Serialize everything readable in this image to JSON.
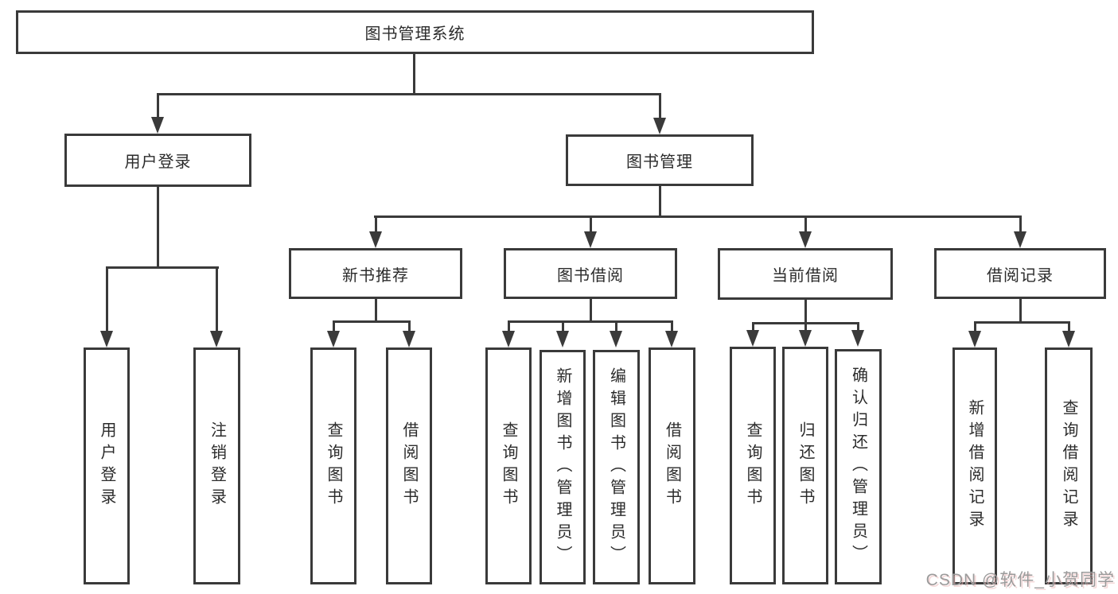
{
  "diagram_type": "hierarchy-tree",
  "colors": {
    "line": "#3a3a3a",
    "text": "#2b2b2b",
    "background": "#ffffff",
    "watermark": "#9b9b9b"
  },
  "watermark": {
    "text": "CSDN @软件_小贺同学"
  },
  "tree": {
    "label": "图书管理系统",
    "children": [
      {
        "label": "用户登录",
        "children": [
          {
            "label": "用户登录"
          },
          {
            "label": "注销登录"
          }
        ]
      },
      {
        "label": "图书管理",
        "children": [
          {
            "label": "新书推荐",
            "children": [
              {
                "label": "查询图书"
              },
              {
                "label": "借阅图书"
              }
            ]
          },
          {
            "label": "图书借阅",
            "children": [
              {
                "label": "查询图书"
              },
              {
                "label": "新增图书（管理员）"
              },
              {
                "label": "编辑图书（管理员）"
              },
              {
                "label": "借阅图书"
              }
            ]
          },
          {
            "label": "当前借阅",
            "children": [
              {
                "label": "查询图书"
              },
              {
                "label": "归还图书"
              },
              {
                "label": "确认归还（管理员）"
              }
            ]
          },
          {
            "label": "借阅记录",
            "children": [
              {
                "label": "新增借阅记录"
              },
              {
                "label": "查询借阅记录"
              }
            ]
          }
        ]
      }
    ]
  }
}
